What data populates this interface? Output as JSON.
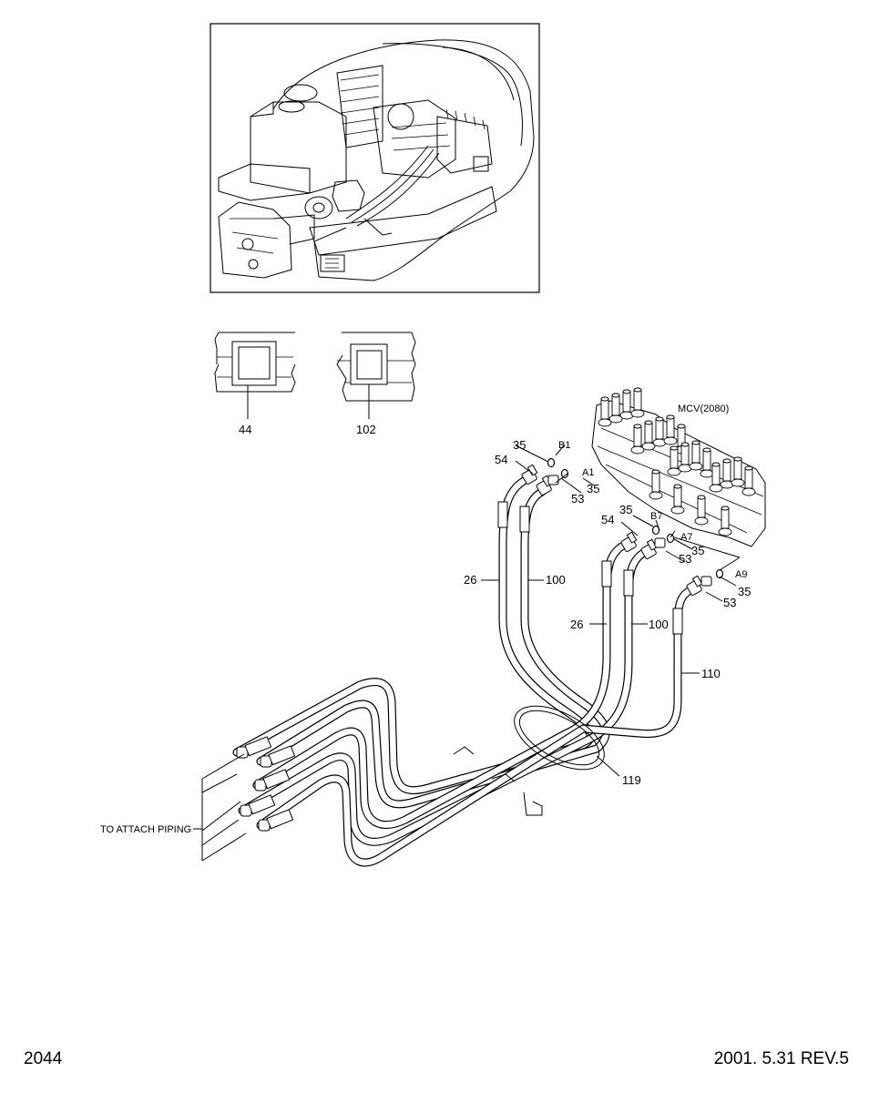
{
  "page": {
    "number": "2044",
    "revision": "2001. 5.31  REV.5"
  },
  "detail_labels": {
    "left": "44",
    "right": "102"
  },
  "mcv_label": "MCV(2080)",
  "port_labels": {
    "b1": "B1",
    "a1": "A1",
    "b7": "B7",
    "a7": "A7",
    "a9": "A9"
  },
  "part_labels": {
    "p35_top": "35",
    "p54_top": "54",
    "p53_top": "53",
    "p35_a1": "35",
    "p35_mid": "35",
    "p54_mid": "54",
    "p53_mid": "53",
    "p35_a7": "35",
    "p53_low": "53",
    "p35_low": "35",
    "p26_left": "26",
    "p100_left": "100",
    "p26_right": "26",
    "p100_right": "100",
    "p110": "110",
    "p119": "119"
  },
  "callout": "TO ATTACH PIPING"
}
